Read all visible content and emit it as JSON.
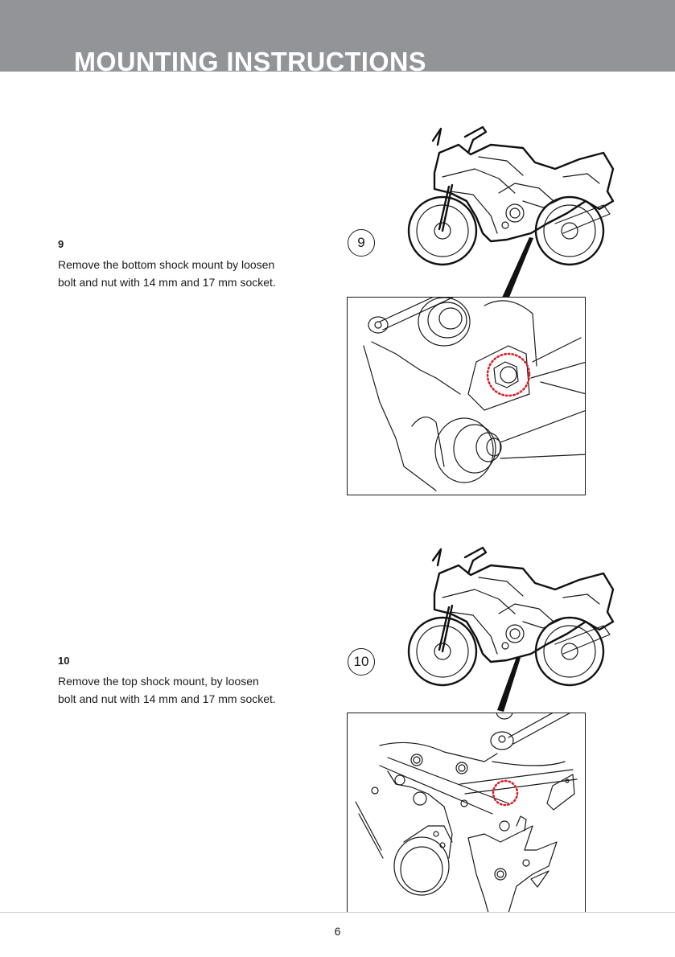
{
  "header": {
    "title": "MOUNTING INSTRUCTIONS",
    "background_color": "#939497",
    "text_color": "#ffffff"
  },
  "steps": [
    {
      "number": "9",
      "lines": [
        "Remove the bottom shock mount by loosen",
        "bolt and nut with 14 mm and 17 mm socket."
      ],
      "figure": {
        "badge": "9",
        "overview": "motorcycle-outline-illustration",
        "detail": "bottom-shock-mount-closeup",
        "highlight": "red-dotted-circle-around-bolt",
        "highlight_color": "#d8232a"
      }
    },
    {
      "number": "10",
      "lines": [
        "Remove the top shock mount, by loosen",
        "bolt and nut with 14 mm and 17 mm socket."
      ],
      "figure": {
        "badge": "10",
        "overview": "motorcycle-outline-illustration",
        "detail": "top-shock-mount-closeup",
        "highlight": "red-dotted-circle-at-mount",
        "highlight_color": "#d8232a"
      }
    }
  ],
  "footer": {
    "page_number": "6"
  }
}
